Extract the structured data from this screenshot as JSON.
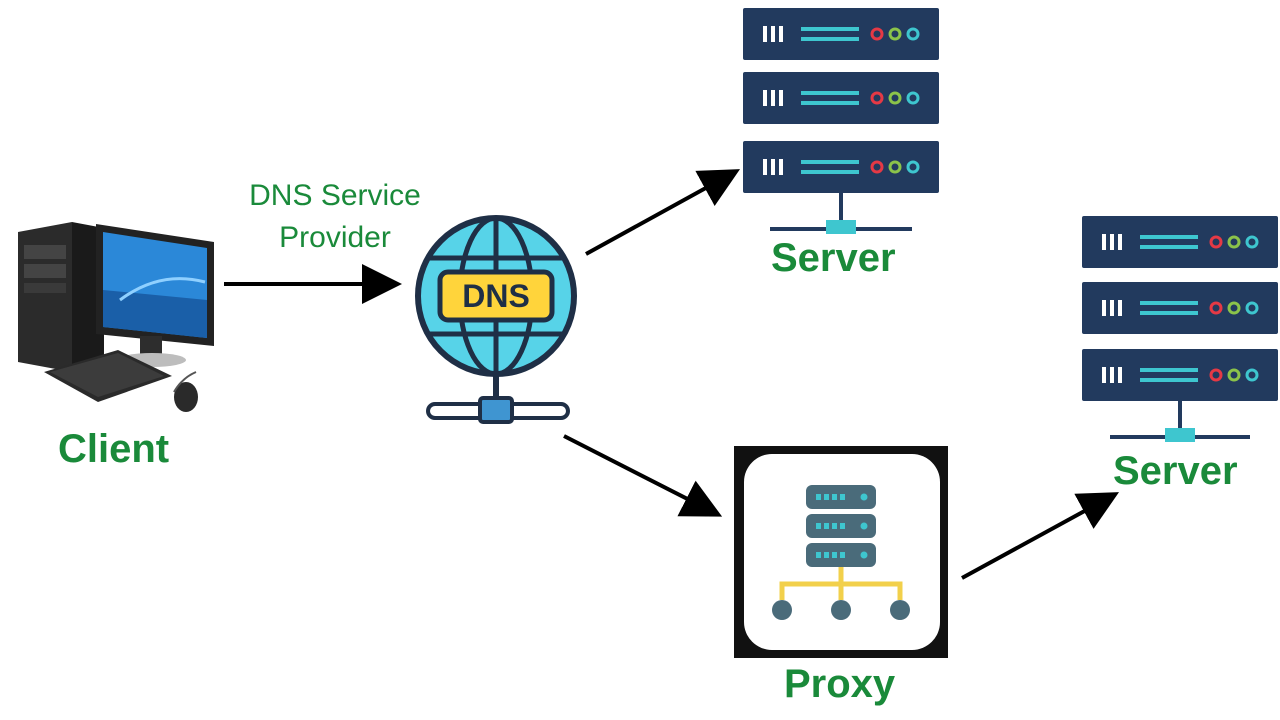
{
  "nodes": {
    "client": {
      "label": "Client"
    },
    "dns": {
      "caption_line1": "DNS Service",
      "caption_line2": "Provider",
      "globe_text": "DNS"
    },
    "server_top": {
      "label": "Server"
    },
    "server_right": {
      "label": "Server"
    },
    "proxy": {
      "label": "Proxy"
    }
  },
  "colors": {
    "label_green": "#1a8a3a",
    "server_navy": "#223a5e",
    "server_teal": "#3ec6cf",
    "globe_cyan": "#57d3e8",
    "globe_outline": "#1f2f46",
    "dns_badge_yellow": "#ffd43b",
    "proxy_wire_yellow": "#f2d04b",
    "led_red": "#e53945",
    "led_green": "#8bc34a",
    "led_teal": "#3ec6cf"
  },
  "edges": [
    {
      "from": "client",
      "to": "dns"
    },
    {
      "from": "dns",
      "to": "server_top"
    },
    {
      "from": "dns",
      "to": "proxy"
    },
    {
      "from": "proxy",
      "to": "server_right"
    }
  ]
}
